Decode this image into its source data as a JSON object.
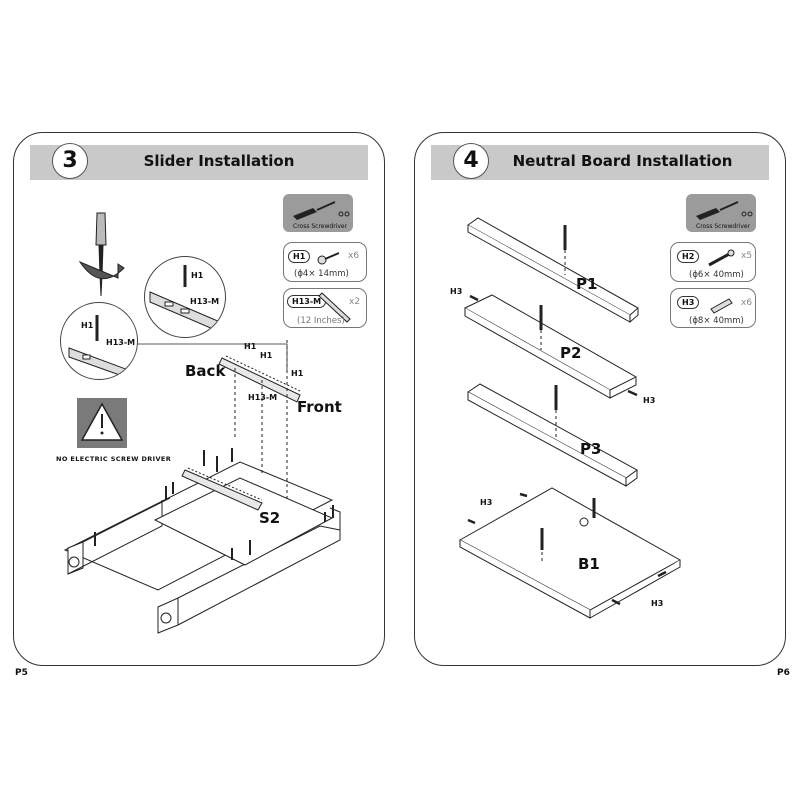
{
  "left_page": {
    "step_number": "3",
    "title": "Slider Installation",
    "page_number": "P5",
    "tool": {
      "label": "Cross Screwdriver"
    },
    "hardware": [
      {
        "code": "H1",
        "qty": "x6",
        "dim": "(ϕ4× 14mm)"
      },
      {
        "code": "H13-M",
        "qty": "x2",
        "dim": "(12 Inches)"
      }
    ],
    "warning": "NO ELECTRIC SCREW DRIVER",
    "labels": {
      "back": "Back",
      "front": "Front",
      "part": "S2",
      "h1": "H1",
      "h13m": "H13-M"
    }
  },
  "right_page": {
    "step_number": "4",
    "title": "Neutral Board Installation",
    "page_number": "P6",
    "tool": {
      "label": "Cross Screwdriver"
    },
    "hardware": [
      {
        "code": "H2",
        "qty": "x5",
        "dim": "(ϕ6× 40mm)"
      },
      {
        "code": "H3",
        "qty": "x6",
        "dim": "(ϕ8× 40mm)"
      }
    ],
    "labels": {
      "p1": "P1",
      "p2": "P2",
      "p3": "P3",
      "b1": "B1",
      "h3": "H3"
    }
  },
  "colors": {
    "header_bar": "#c9c9c9",
    "tool_box": "#9b9b9b",
    "border": "#333333"
  }
}
